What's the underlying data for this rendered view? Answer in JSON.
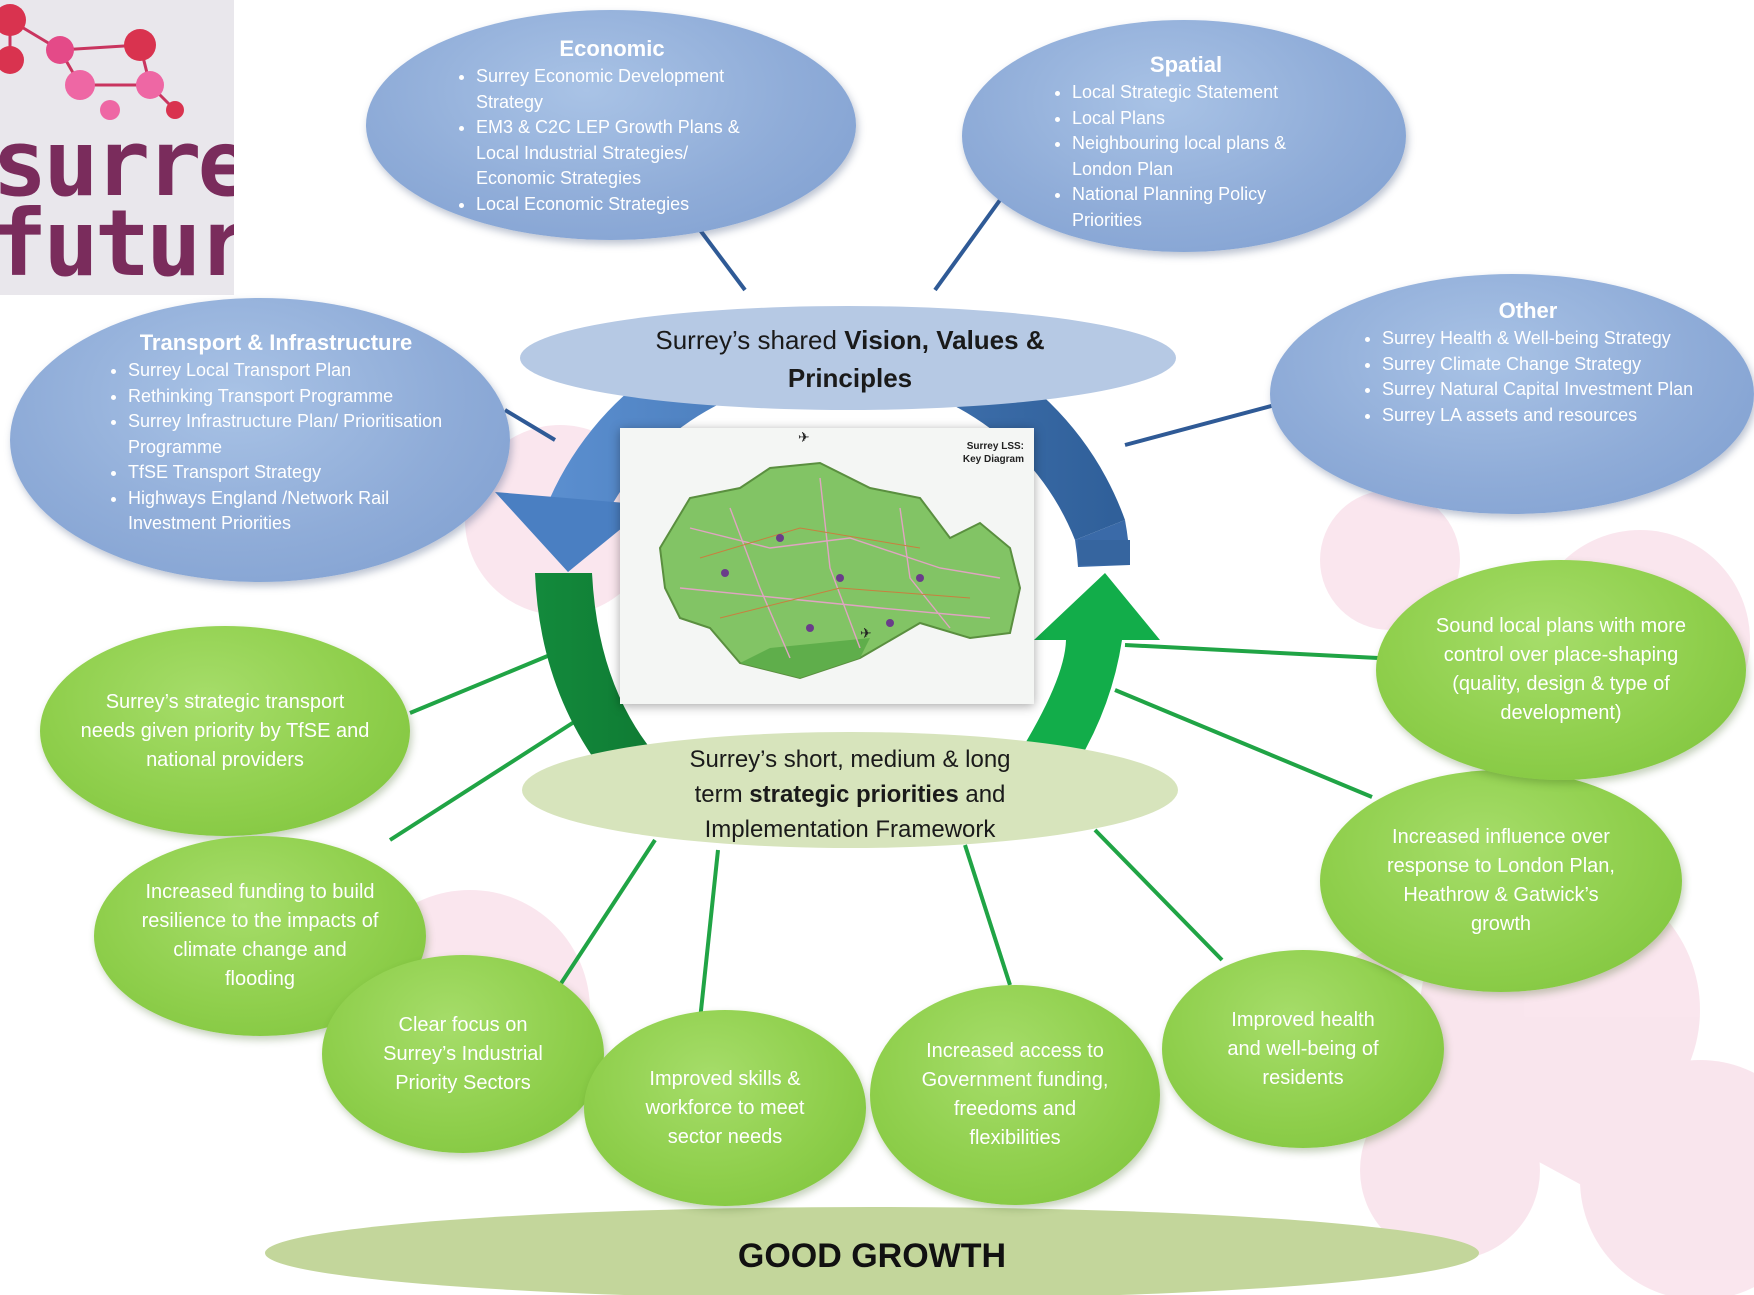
{
  "logo": {
    "line1": "surrey",
    "line2": "future"
  },
  "economic": {
    "title": "Economic",
    "items": [
      "Surrey Economic Development Strategy",
      "EM3 & C2C LEP Growth Plans & Local Industrial Strategies/ Economic Strategies",
      "Local Economic Strategies"
    ]
  },
  "spatial": {
    "title": "Spatial",
    "items": [
      "Local Strategic Statement",
      "Local Plans",
      "Neighbouring local plans & London Plan",
      "National Planning Policy Priorities"
    ]
  },
  "transport": {
    "title": "Transport & Infrastructure",
    "items": [
      "Surrey Local Transport Plan",
      "Rethinking Transport Programme",
      "Surrey Infrastructure Plan/ Prioritisation Programme",
      "TfSE Transport Strategy",
      "Highways England /Network Rail Investment Priorities"
    ]
  },
  "other": {
    "title": "Other",
    "items": [
      "Surrey Health & Well-being Strategy",
      "Surrey Climate Change Strategy",
      "Surrey Natural Capital Investment Plan",
      "Surrey LA assets and resources"
    ]
  },
  "vision": {
    "prefix": "Surrey’s shared ",
    "bold": "Vision, Values & Principles"
  },
  "priorities": {
    "line1": "Surrey’s short, medium & long",
    "line2_prefix": "term ",
    "line2_bold": "strategic priorities",
    "line2_suffix": " and",
    "line3": "Implementation Framework"
  },
  "map": {
    "title_line1": "Surrey LSS:",
    "title_line2": "Key Diagram"
  },
  "outcomes": {
    "transport_needs": "Surrey’s strategic transport needs given priority by TfSE and national providers",
    "funding": "Increased funding to build resilience to the impacts of climate change and flooding",
    "industrial": "Clear focus on Surrey’s Industrial Priority Sectors",
    "skills": "Improved skills & workforce to meet sector needs",
    "gov_access": "Increased access to Government funding, freedoms and flexibilities",
    "health": "Improved health and well-being of residents",
    "influence": "Increased influence over response to London Plan, Heathrow & Gatwick’s growth",
    "local_plans": "Sound local plans with more control over place-shaping (quality, design & type of development)"
  },
  "good_growth": "GOOD GROWTH",
  "colors": {
    "blue_oval": "#8facd8",
    "green_oval": "#8fcf4c",
    "dark_blue_arrow": "#3f6ea8",
    "green_arrow": "#1f9a45",
    "good_growth": "#c3d69b",
    "vision_oval": "#b6c9e4",
    "priorities_oval": "#d7e4bc",
    "logo_text": "#7a2c5c",
    "logo_nodes": "#e8508c"
  }
}
